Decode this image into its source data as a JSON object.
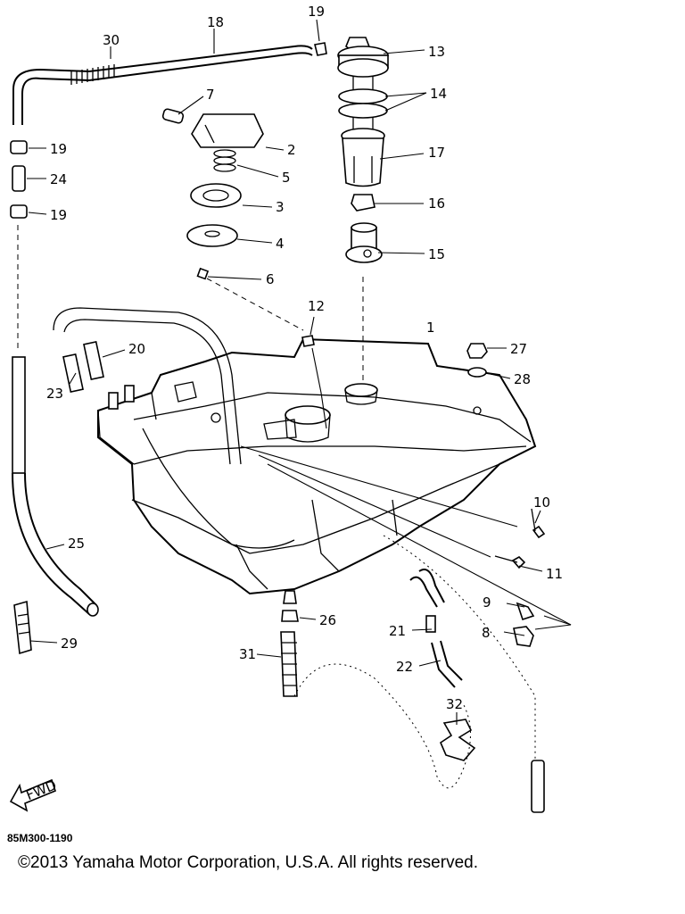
{
  "diagram": {
    "code": "85M300-1190",
    "copyright": "©2013 Yamaha Motor Corporation, U.S.A. All rights reserved.",
    "fwd_label": "FWD",
    "callouts": {
      "p1": "1",
      "p2": "2",
      "p3": "3",
      "p4": "4",
      "p5": "5",
      "p6": "6",
      "p7": "7",
      "p8": "8",
      "p9": "9",
      "p10": "10",
      "p11": "11",
      "p12": "12",
      "p13": "13",
      "p14": "14",
      "p15": "15",
      "p16": "16",
      "p17": "17",
      "p18": "18",
      "p19a": "19",
      "p19b": "19",
      "p19c": "19",
      "p20": "20",
      "p21": "21",
      "p22": "22",
      "p23": "23",
      "p24": "24",
      "p25": "25",
      "p26": "26",
      "p27": "27",
      "p28": "28",
      "p29": "29",
      "p30": "30",
      "p31": "31",
      "p32": "32"
    }
  }
}
